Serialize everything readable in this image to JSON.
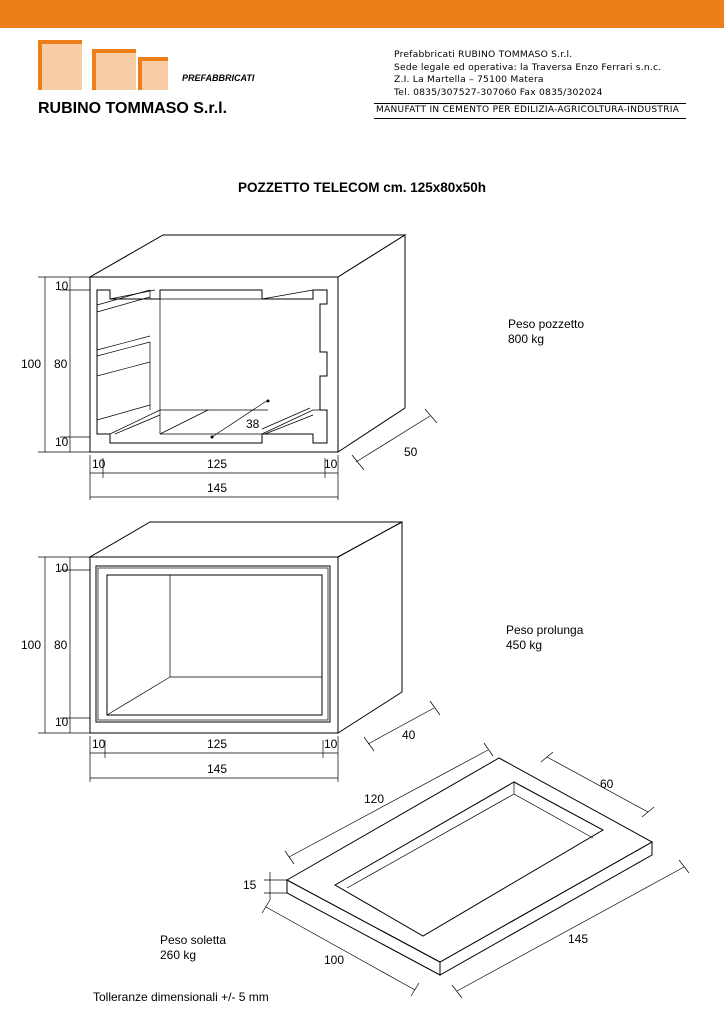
{
  "colors": {
    "accent": "#ec7f1a",
    "logo_fill": "#f8cda6"
  },
  "header": {
    "logo_label": "PREFABBRICATI",
    "company_name": "RUBINO TOMMASO S.r.l.",
    "contact": {
      "line1": "Prefabbricati RUBINO TOMMASO S.r.l.",
      "line2": "Sede legale ed operativa: la Traversa Enzo Ferrari s.n.c.",
      "line3": "Z.I. La Martella – 75100 Matera",
      "line4": "Tel. 0835/307527-307060   Fax 0835/302024"
    },
    "tagline": "MANUFATT IN CEMENTO PER EDILIZIA-AGRICOLTURA-INDUSTRIA"
  },
  "title": "POZZETTO TELECOM cm. 125x80x50h",
  "pozzetto": {
    "dim_top": "10",
    "dim_mid": "80",
    "dim_bottom": "10",
    "dim_total": "100",
    "dim_left": "10",
    "dim_center": "125",
    "dim_right": "10",
    "dim_width": "145",
    "dim_depth": "50",
    "dim_hole": "38",
    "weight_label": "Peso pozzetto",
    "weight_value": "800 kg"
  },
  "prolunga": {
    "dim_top": "10",
    "dim_mid": "80",
    "dim_bottom": "10",
    "dim_total": "100",
    "dim_left": "10",
    "dim_center": "125",
    "dim_right": "10",
    "dim_width": "145",
    "dim_depth": "40",
    "weight_label": "Peso prolunga",
    "weight_value": "450 kg"
  },
  "soletta": {
    "dim_inner_length": "120",
    "dim_inner_width": "60",
    "dim_thickness": "15",
    "dim_width": "100",
    "dim_length": "145",
    "weight_label": "Peso soletta",
    "weight_value": "260 kg"
  },
  "footer": {
    "tolerance": "Tolleranze dimensionali +/- 5 mm"
  }
}
